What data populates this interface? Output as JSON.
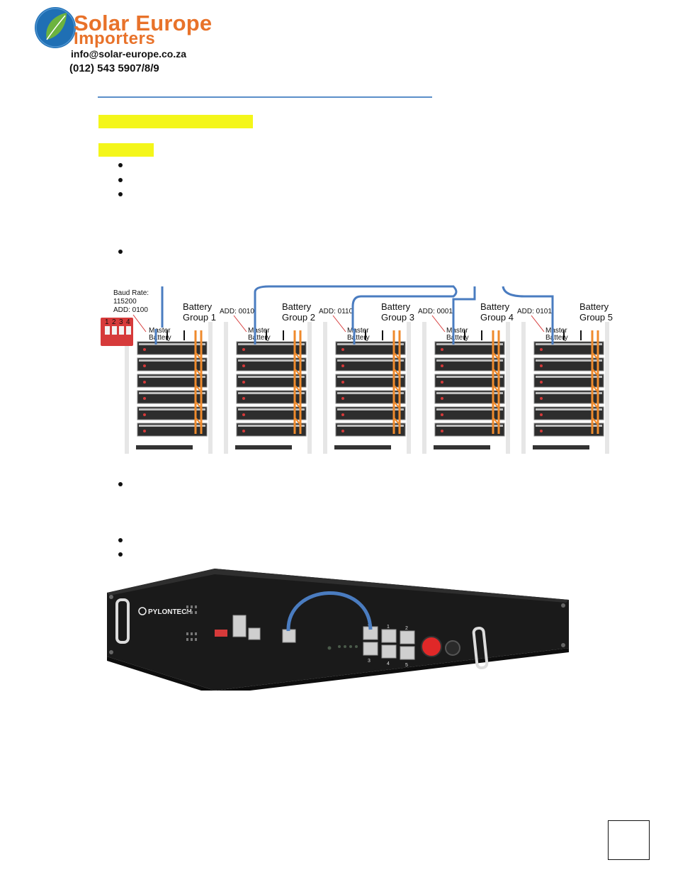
{
  "header": {
    "brand_line1": "Solar Europe",
    "brand_line2": "Importers",
    "email": "info@solar-europe.co.za",
    "phone": "(012) 543 5907/8/9"
  },
  "battery_figure": {
    "dip_note": [
      "Baud Rate:",
      "115200",
      "ADD: 0100"
    ],
    "dip_numbers": [
      "1",
      "2",
      "3",
      "4"
    ],
    "master_label": [
      "Master",
      "Battery"
    ],
    "groups": [
      {
        "label_line1": "Battery",
        "label_line2": "Group 1",
        "address": "ADD: 0100"
      },
      {
        "label_line1": "Battery",
        "label_line2": "Group 2",
        "address": "ADD: 0010"
      },
      {
        "label_line1": "Battery",
        "label_line2": "Group 3",
        "address": "ADD: 0110"
      },
      {
        "label_line1": "Battery",
        "label_line2": "Group 4",
        "address": "ADD: 0001"
      },
      {
        "label_line1": "Battery",
        "label_line2": "Group 5",
        "address": "ADD: 0101"
      }
    ]
  },
  "device_figure": {
    "brand": "PYLONTECH",
    "port_numbers": [
      "2",
      "1",
      "2",
      "3",
      "4",
      "5"
    ]
  },
  "colors": {
    "brand_orange": "#e8722a",
    "brand_blue": "#1f6fb4",
    "brand_green": "#6cb33f",
    "highlight_yellow": "#f4f61a",
    "rule_blue": "#5b8ec9",
    "cable_blue": "#4a7cc0",
    "cable_orange": "#ef8a2c"
  }
}
